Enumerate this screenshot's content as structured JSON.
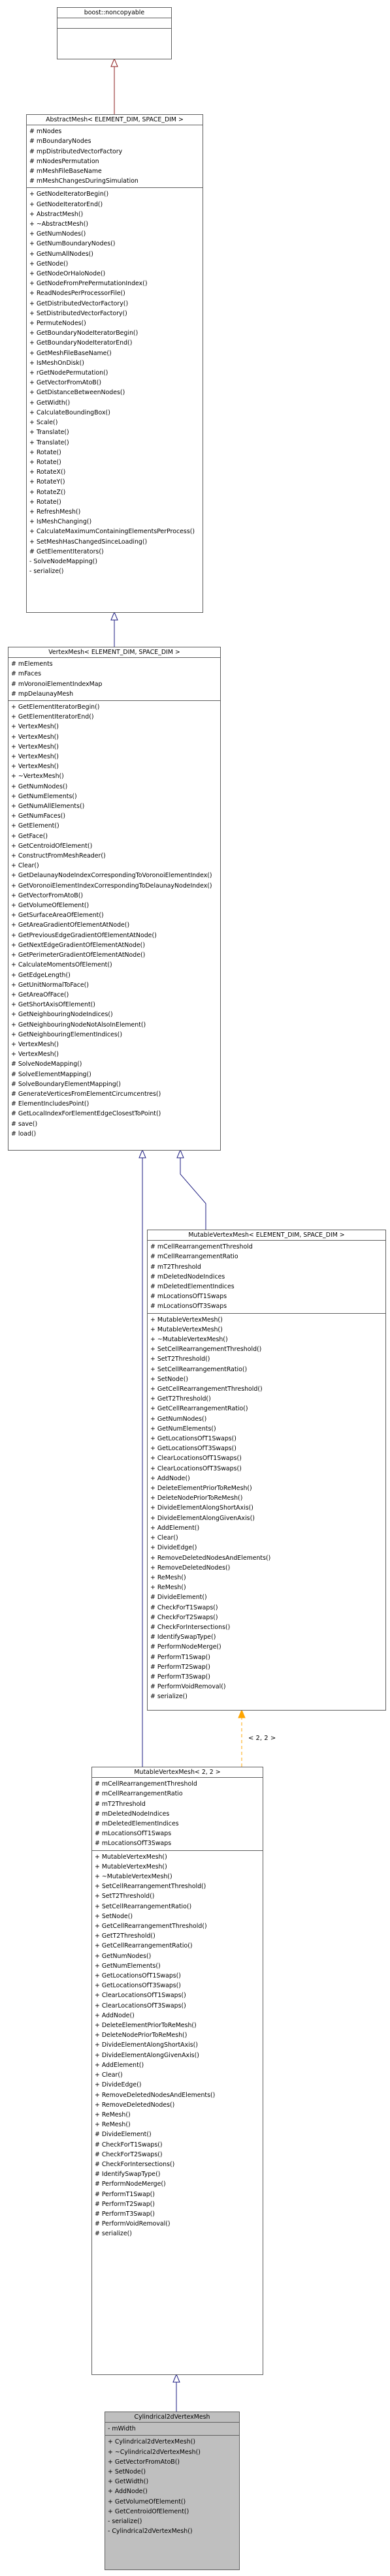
{
  "classes": [
    {
      "id": "noncopyable",
      "title": "boost::noncopyable",
      "attributes": [],
      "methods": []
    },
    {
      "id": "abstract_mesh",
      "title": "AbstractMesh< ELEMENT_DIM, SPACE_DIM >",
      "attributes": [
        "# mNodes",
        "# mBoundaryNodes",
        "# mpDistributedVectorFactory",
        "# mNodesPermutation",
        "# mMeshFileBaseName",
        "# mMeshChangesDuringSimulation"
      ],
      "methods": [
        "+ GetNodeIteratorBegin()",
        "+ GetNodeIteratorEnd()",
        "+ AbstractMesh()",
        "+ ~AbstractMesh()",
        "+ GetNumNodes()",
        "+ GetNumBoundaryNodes()",
        "+ GetNumAllNodes()",
        "+ GetNode()",
        "+ GetNodeOrHaloNode()",
        "+ GetNodeFromPrePermutationIndex()",
        "+ ReadNodesPerProcessorFile()",
        "+ GetDistributedVectorFactory()",
        "+ SetDistributedVectorFactory()",
        "+ PermuteNodes()",
        "+ GetBoundaryNodeIteratorBegin()",
        "+ GetBoundaryNodeIteratorEnd()",
        "+ GetMeshFileBaseName()",
        "+ IsMeshOnDisk()",
        "+ rGetNodePermutation()",
        "+ GetVectorFromAtoB()",
        "+ GetDistanceBetweenNodes()",
        "+ GetWidth()",
        "+ CalculateBoundingBox()",
        "+ Scale()",
        "+ Translate()",
        "+ Translate()",
        "+ Rotate()",
        "+ Rotate()",
        "+ RotateX()",
        "+ RotateY()",
        "+ RotateZ()",
        "+ Rotate()",
        "+ RefreshMesh()",
        "+ IsMeshChanging()",
        "+ CalculateMaximumContainingElementsPerProcess()",
        "+ SetMeshHasChangedSinceLoading()",
        "# GetElementIterators()",
        "- SolveNodeMapping()",
        "- serialize()"
      ]
    },
    {
      "id": "vertex_mesh",
      "title": "VertexMesh< ELEMENT_DIM, SPACE_DIM >",
      "attributes": [
        "# mElements",
        "# mFaces",
        "# mVoronoiElementIndexMap",
        "# mpDelaunayMesh"
      ],
      "methods": [
        "+ GetElementIteratorBegin()",
        "+ GetElementIteratorEnd()",
        "+ VertexMesh()",
        "+ VertexMesh()",
        "+ VertexMesh()",
        "+ VertexMesh()",
        "+ VertexMesh()",
        "+ ~VertexMesh()",
        "+ GetNumNodes()",
        "+ GetNumElements()",
        "+ GetNumAllElements()",
        "+ GetNumFaces()",
        "+ GetElement()",
        "+ GetFace()",
        "+ GetCentroidOfElement()",
        "+ ConstructFromMeshReader()",
        "+ Clear()",
        "+ GetDelaunayNodeIndexCorrespondingToVoronoiElementIndex()",
        "+ GetVoronoiElementIndexCorrespondingToDelaunayNodeIndex()",
        "+ GetVectorFromAtoB()",
        "+ GetVolumeOfElement()",
        "+ GetSurfaceAreaOfElement()",
        "+ GetAreaGradientOfElementAtNode()",
        "+ GetPreviousEdgeGradientOfElementAtNode()",
        "+ GetNextEdgeGradientOfElementAtNode()",
        "+ GetPerimeterGradientOfElementAtNode()",
        "+ CalculateMomentsOfElement()",
        "+ GetEdgeLength()",
        "+ GetUnitNormalToFace()",
        "+ GetAreaOfFace()",
        "+ GetShortAxisOfElement()",
        "+ GetNeighbouringNodeIndices()",
        "+ GetNeighbouringNodeNotAlsoInElement()",
        "+ GetNeighbouringElementIndices()",
        "+ VertexMesh()",
        "+ VertexMesh()",
        "# SolveNodeMapping()",
        "# SolveElementMapping()",
        "# SolveBoundaryElementMapping()",
        "# GenerateVerticesFromElementCircumcentres()",
        "# ElementIncludesPoint()",
        "# GetLocalIndexForElementEdgeClosestToPoint()",
        "# save()",
        "# load()"
      ]
    },
    {
      "id": "mutable_template",
      "title": "MutableVertexMesh< ELEMENT_DIM, SPACE_DIM >",
      "attributes": [
        "# mCellRearrangementThreshold",
        "# mCellRearrangementRatio",
        "# mT2Threshold",
        "# mDeletedNodeIndices",
        "# mDeletedElementIndices",
        "# mLocationsOfT1Swaps",
        "# mLocationsOfT3Swaps"
      ],
      "methods": [
        "+ MutableVertexMesh()",
        "+ MutableVertexMesh()",
        "+ ~MutableVertexMesh()",
        "+ SetCellRearrangementThreshold()",
        "+ SetT2Threshold()",
        "+ SetCellRearrangementRatio()",
        "+ SetNode()",
        "+ GetCellRearrangementThreshold()",
        "+ GetT2Threshold()",
        "+ GetCellRearrangementRatio()",
        "+ GetNumNodes()",
        "+ GetNumElements()",
        "+ GetLocationsOfT1Swaps()",
        "+ GetLocationsOfT3Swaps()",
        "+ ClearLocationsOfT1Swaps()",
        "+ ClearLocationsOfT3Swaps()",
        "+ AddNode()",
        "+ DeleteElementPriorToReMesh()",
        "+ DeleteNodePriorToReMesh()",
        "+ DivideElementAlongShortAxis()",
        "+ DivideElementAlongGivenAxis()",
        "+ AddElement()",
        "+ Clear()",
        "+ DivideEdge()",
        "+ RemoveDeletedNodesAndElements()",
        "+ RemoveDeletedNodes()",
        "+ ReMesh()",
        "+ ReMesh()",
        "# DivideElement()",
        "# CheckForT1Swaps()",
        "# CheckForT2Swaps()",
        "# CheckForIntersections()",
        "# IdentifySwapType()",
        "# PerformNodeMerge()",
        "# PerformT1Swap()",
        "# PerformT2Swap()",
        "# PerformT3Swap()",
        "# PerformVoidRemoval()",
        "# serialize()"
      ]
    },
    {
      "id": "mutable_2_2",
      "title": "MutableVertexMesh< 2, 2 >",
      "attributes": [
        "# mCellRearrangementThreshold",
        "# mCellRearrangementRatio",
        "# mT2Threshold",
        "# mDeletedNodeIndices",
        "# mDeletedElementIndices",
        "# mLocationsOfT1Swaps",
        "# mLocationsOfT3Swaps"
      ],
      "methods": [
        "+ MutableVertexMesh()",
        "+ MutableVertexMesh()",
        "+ ~MutableVertexMesh()",
        "+ SetCellRearrangementThreshold()",
        "+ SetT2Threshold()",
        "+ SetCellRearrangementRatio()",
        "+ SetNode()",
        "+ GetCellRearrangementThreshold()",
        "+ GetT2Threshold()",
        "+ GetCellRearrangementRatio()",
        "+ GetNumNodes()",
        "+ GetNumElements()",
        "+ GetLocationsOfT1Swaps()",
        "+ GetLocationsOfT3Swaps()",
        "+ ClearLocationsOfT1Swaps()",
        "+ ClearLocationsOfT3Swaps()",
        "+ AddNode()",
        "+ DeleteElementPriorToReMesh()",
        "+ DeleteNodePriorToReMesh()",
        "+ DivideElementAlongShortAxis()",
        "+ DivideElementAlongGivenAxis()",
        "+ AddElement()",
        "+ Clear()",
        "+ DivideEdge()",
        "+ RemoveDeletedNodesAndElements()",
        "+ RemoveDeletedNodes()",
        "+ ReMesh()",
        "+ ReMesh()",
        "# DivideElement()",
        "# CheckForT1Swaps()",
        "# CheckForT2Swaps()",
        "# CheckForIntersections()",
        "# IdentifySwapType()",
        "# PerformNodeMerge()",
        "# PerformT1Swap()",
        "# PerformT2Swap()",
        "# PerformT3Swap()",
        "# PerformVoidRemoval()",
        "# serialize()"
      ]
    },
    {
      "id": "cylindrical",
      "title": "Cylindrical2dVertexMesh",
      "attributes": [
        "- mWidth"
      ],
      "methods": [
        "+ Cylindrical2dVertexMesh()",
        "+ ~Cylindrical2dVertexMesh()",
        "+ GetVectorFromAtoB()",
        "+ SetNode()",
        "+ GetWidth()",
        "+ AddNode()",
        "+ GetVolumeOfElement()",
        "+ GetCentroidOfElement()",
        "- serialize()",
        "- Cylindrical2dVertexMesh()"
      ]
    }
  ],
  "template_binding_label": "< 2, 2 >",
  "colors": {
    "box_border": "#606060",
    "highlight_fill": "#bfbfbf",
    "inherit_public": "#1a1a80",
    "inherit_private": "#8b1a1a",
    "template_binding": "#ffa500"
  }
}
